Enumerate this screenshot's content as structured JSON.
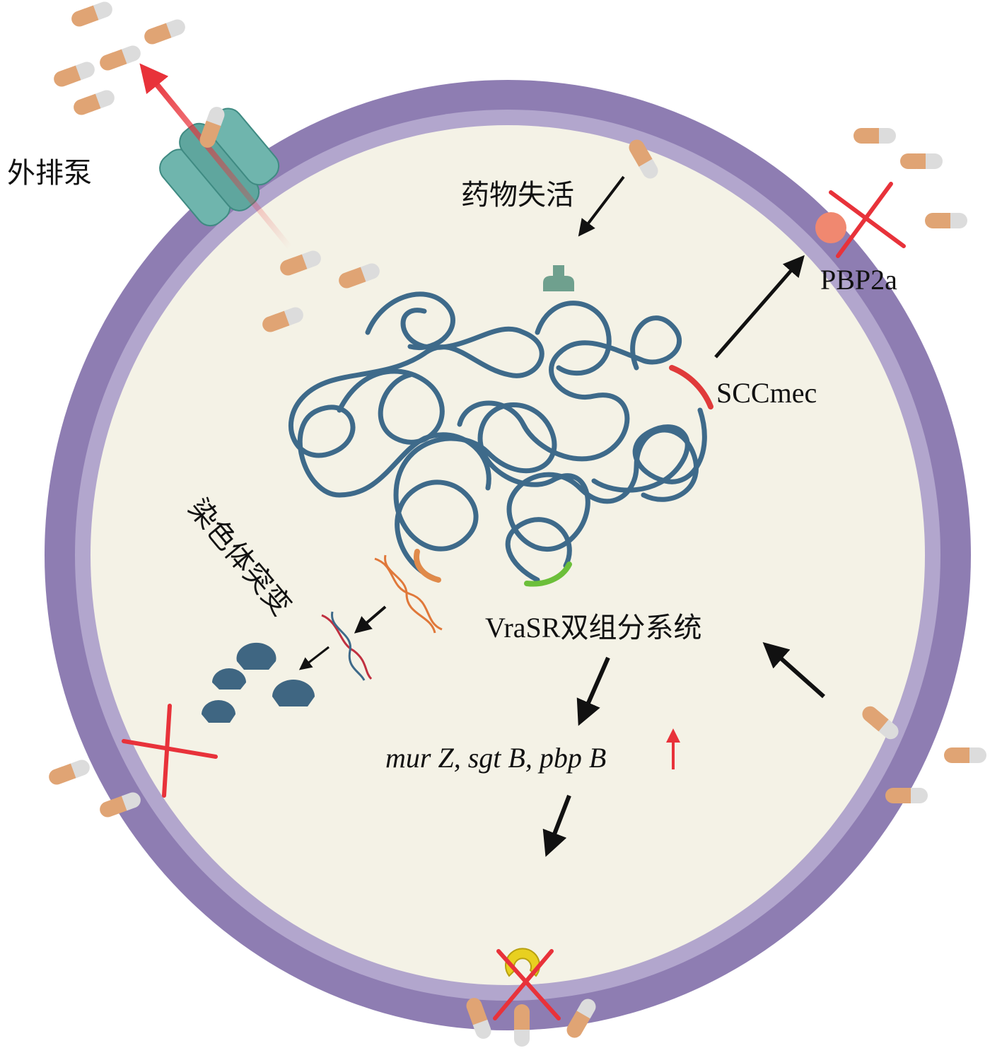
{
  "labels": {
    "efflux_pump": "外排泵",
    "drug_inactivation": "药物失活",
    "pbp2a": "PBP2a",
    "sccmec": "SCCmec",
    "chromosome_mutation": "染色体突变",
    "vrasr": "VraSR双组分系统",
    "genes": "mur Z, sgt B, pbp B"
  },
  "colors": {
    "membrane_outer": "#8e7db2",
    "membrane_inner": "#b2a6cd",
    "cytoplasm": "#f4f2e6",
    "dna": "#3e6a8a",
    "sccmec_segment": "#e03a3a",
    "orange_segment": "#e08a4a",
    "green_segment": "#6cbf3a",
    "capsule_orange": "#e0a474",
    "capsule_gray": "#dcdcdc",
    "pump": "#6fb5ad",
    "cross": "#e8323a",
    "arrow": "#111111",
    "ribosome": "#3f6682"
  }
}
